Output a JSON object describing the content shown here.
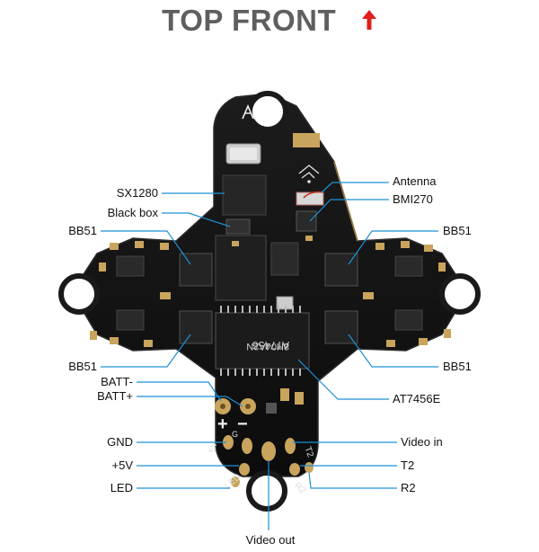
{
  "title": {
    "text": "TOP FRONT",
    "arrow_icon": "red-up-arrow-icon",
    "arrow_color": "#e0201b"
  },
  "colors": {
    "leader_line": "#1e90d6",
    "board": "#141414",
    "pad": "#c9a45c",
    "title": "#5f5f5f"
  },
  "chips": {
    "mcu_marking_1": "AT7456",
    "mcu_marking_2": "8H04A2N"
  },
  "labels": {
    "antenna": "Antenna",
    "bmi270": "BMI270",
    "sx1280": "SX1280",
    "black_box": "Black box",
    "bb51_top_left": "BB51",
    "bb51_top_right": "BB51",
    "bb51_bottom_left": "BB51",
    "bb51_bottom_right": "BB51",
    "batt_minus": "BATT-",
    "batt_plus": "BATT+",
    "at7456e": "AT7456E",
    "gnd": "GND",
    "plus_5v": "+5V",
    "led": "LED",
    "video_in": "Video in",
    "t2": "T2",
    "r2": "R2",
    "video_out": "Video out"
  },
  "silkscreen": {
    "plus": "+",
    "minus": "−",
    "pad_5v": "5V",
    "pad_led": "LED",
    "pad_r2": "R2",
    "pad_t2": "T2",
    "pad_g": "G"
  }
}
